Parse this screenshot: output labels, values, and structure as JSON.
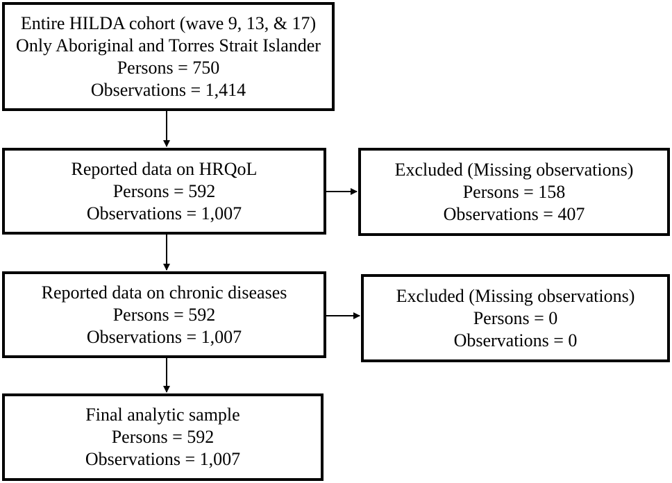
{
  "flowchart": {
    "cohort": {
      "title": "Entire HILDA cohort (wave 9, 13, & 17)",
      "subtitle": "Only Aboriginal and Torres Strait Islander",
      "persons": "Persons = 750",
      "observations": "Observations = 1,414"
    },
    "hrqol": {
      "title": "Reported data on HRQoL",
      "persons": "Persons = 592",
      "observations": "Observations = 1,007"
    },
    "chronic": {
      "title": "Reported data on chronic diseases",
      "persons": "Persons = 592",
      "observations": "Observations = 1,007"
    },
    "final": {
      "title": "Final analytic sample",
      "persons": "Persons = 592",
      "observations": "Observations = 1,007"
    },
    "excluded_hrqol": {
      "title": "Excluded (Missing observations)",
      "persons": "Persons = 158",
      "observations": "Observations = 407"
    },
    "excluded_chronic": {
      "title": "Excluded (Missing observations)",
      "persons": "Persons = 0",
      "observations": "Observations = 0"
    }
  },
  "colors": {
    "border": "#000000",
    "text": "#000000",
    "background": "#ffffff"
  }
}
